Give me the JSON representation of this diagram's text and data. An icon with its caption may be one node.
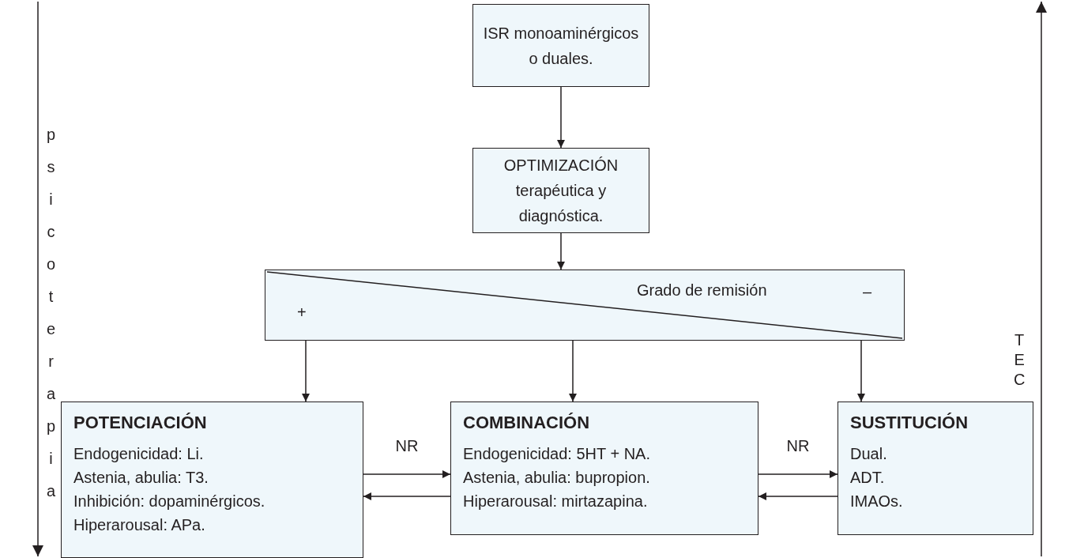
{
  "diagram": {
    "nodes": [
      {
        "text": [
          "ISR monoaminérgicos o duales."
        ]
      },
      {
        "text": [
          "OPTIMIZACIÓN terapéutica y diagnóstica."
        ]
      },
      {
        "text": [
          "Grado de remisión",
          "–",
          "+"
        ]
      },
      {
        "text": [
          "POTENCIACIÓN",
          "Endogenicidad: Li.",
          "Astenia, abulia: T3.",
          "Inhibición: dopaminérgicos.",
          "Hiperarousal: APa."
        ]
      },
      {
        "text": [
          "COMBINACIÓN",
          "Endogenicidad: 5HT + NA.",
          "Astenia, abulia: bupropion.",
          "Hiperarousal: mirtazapina."
        ]
      },
      {
        "text": [
          "SUSTITUCIÓN",
          "Dual.",
          "ADT.",
          "IMAOs."
        ]
      }
    ],
    "edges": [
      {
        "from": 0,
        "to": 1,
        "arrow": "to"
      },
      {
        "from": 1,
        "to": 2,
        "arrow": "to"
      },
      {
        "from": 2,
        "to": 3,
        "arrow": "to"
      },
      {
        "from": 2,
        "to": 4,
        "arrow": "to"
      },
      {
        "from": 2,
        "to": 5,
        "arrow": "to"
      },
      {
        "from": 3,
        "to": 4,
        "arrow": "to",
        "label": "NR"
      },
      {
        "from": 4,
        "to": 3,
        "arrow": "to"
      },
      {
        "from": 4,
        "to": 5,
        "arrow": "to",
        "label": "NR"
      },
      {
        "from": 5,
        "to": 4,
        "arrow": "to"
      }
    ],
    "labels": [
      "psicoterapia",
      "TEC"
    ]
  }
}
